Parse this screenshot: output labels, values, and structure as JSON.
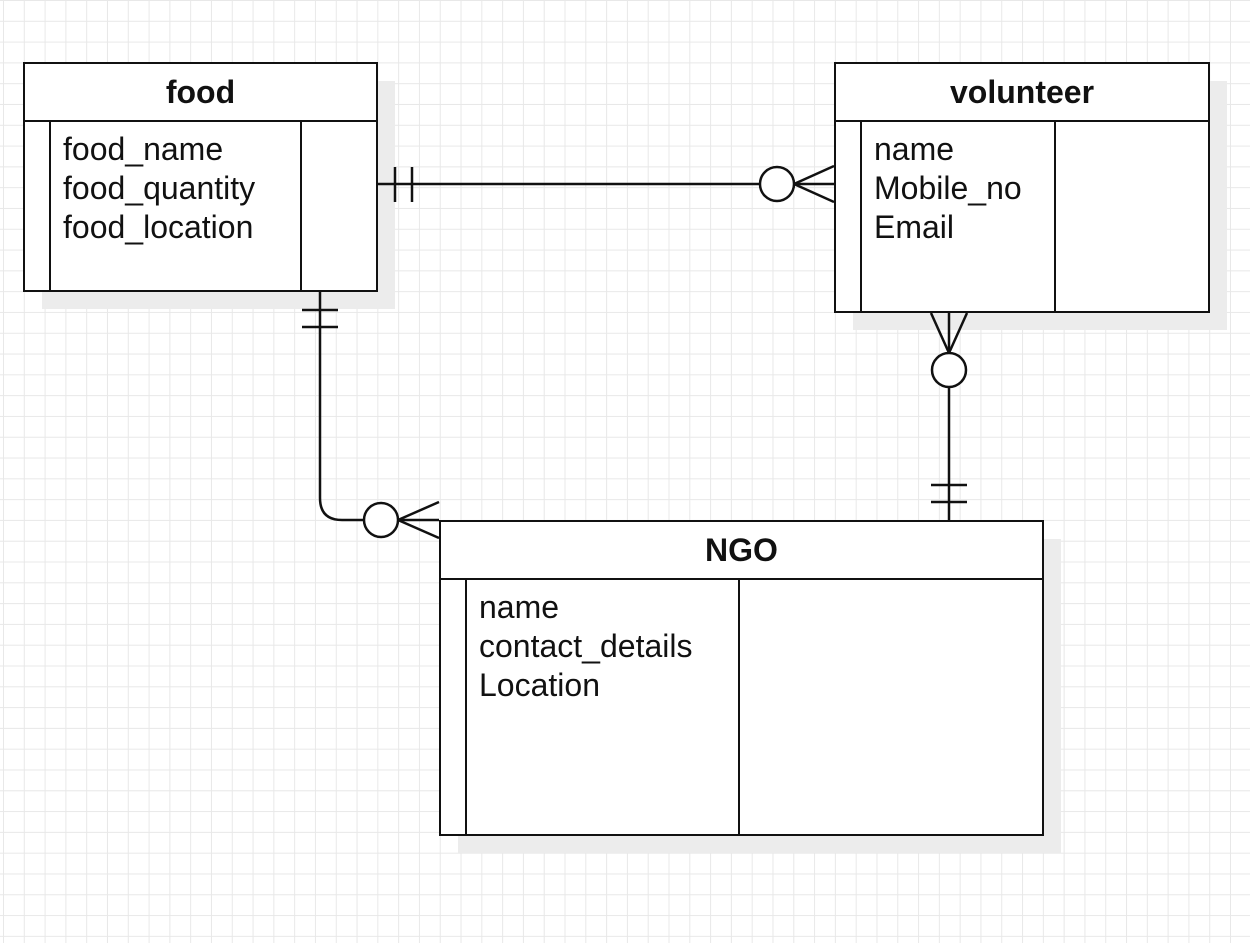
{
  "diagram": {
    "entities": [
      {
        "id": "food",
        "title": "food",
        "attributes": [
          "food_name",
          "food_quantity",
          "food_location"
        ]
      },
      {
        "id": "volunteer",
        "title": "volunteer",
        "attributes": [
          "name",
          "Mobile_no",
          "Email"
        ]
      },
      {
        "id": "ngo",
        "title": "NGO",
        "attributes": [
          "name",
          "contact_details",
          "Location"
        ]
      }
    ],
    "relationships": [
      {
        "from": "food",
        "to": "volunteer",
        "from_cardinality": "exactly-one",
        "to_cardinality": "zero-or-many"
      },
      {
        "from": "food",
        "to": "ngo",
        "from_cardinality": "exactly-one",
        "to_cardinality": "zero-or-many"
      },
      {
        "from": "ngo",
        "to": "volunteer",
        "from_cardinality": "exactly-one",
        "to_cardinality": "zero-or-many"
      }
    ]
  }
}
